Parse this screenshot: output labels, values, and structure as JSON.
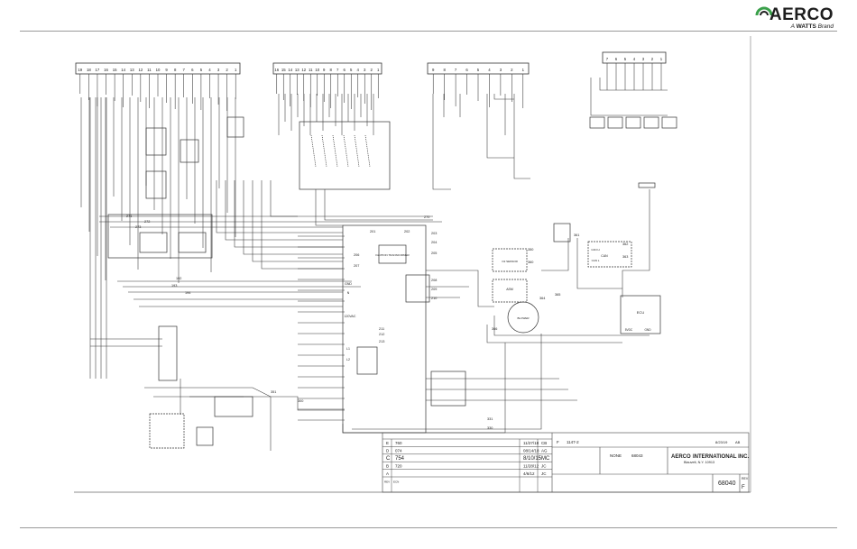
{
  "header": {
    "brand": "AERCO",
    "tagline_prefix": "A",
    "tagline_brand": "WATTS",
    "tagline_suffix": "Brand",
    "mark_color": "#3aa04a"
  },
  "diagram": {
    "terminal_strips": [
      {
        "labels": [
          "19",
          "18",
          "17",
          "16",
          "15",
          "14",
          "13",
          "12",
          "11",
          "10",
          "9",
          "8",
          "7",
          "6",
          "5",
          "4",
          "3",
          "2",
          "1"
        ]
      },
      {
        "labels": [
          "16",
          "15",
          "14",
          "13",
          "12",
          "11",
          "10",
          "9",
          "8",
          "7",
          "6",
          "5",
          "4",
          "3",
          "2",
          "1"
        ]
      },
      {
        "labels": [
          "9",
          "8",
          "7",
          "6",
          "5",
          "4",
          "3",
          "2",
          "1"
        ]
      },
      {
        "labels": [
          "7",
          "6",
          "5",
          "4",
          "3",
          "2",
          "1"
        ]
      }
    ],
    "wire_numbers": [
      "271",
      "272",
      "273",
      "270",
      "201",
      "202",
      "203",
      "204",
      "205",
      "206",
      "207",
      "208",
      "209",
      "210",
      "211",
      "212",
      "213",
      "192",
      "193",
      "194",
      "351",
      "300",
      "330",
      "331",
      "350",
      "360",
      "361",
      "362",
      "363",
      "364",
      "365",
      "366"
    ],
    "components": [
      {
        "label": "IGNITION TRANSFORMER"
      },
      {
        "label": "BLOWER"
      },
      {
        "label": "O2 SENSOR"
      },
      {
        "label": "ECU"
      },
      {
        "label": "CAN"
      },
      {
        "label": "120VAC"
      }
    ],
    "components_extra": [
      "GND",
      "N",
      "L1",
      "L2",
      "ASM",
      "CAN H",
      "CAN L",
      "5VDC",
      "GND"
    ]
  },
  "title_block": {
    "revisions": [
      {
        "rev": "E",
        "ecn": "760",
        "date": "11/27/18",
        "by": "CB"
      },
      {
        "rev": "D",
        "ecn": "074",
        "date": "08/14/18",
        "by": "AG"
      },
      {
        "rev": "C",
        "ecn": "754",
        "date": "8/10/15",
        "by": "MC"
      },
      {
        "rev": "B",
        "ecn": "720",
        "date": "11/28/12",
        "by": "JC"
      },
      {
        "rev": "A",
        "ecn": "",
        "date": "4/6/12",
        "by": "JC"
      }
    ],
    "rev_header": {
      "rev": "REV",
      "ecn": "ECN"
    },
    "company": "INTERNATIONAL INC.",
    "company_short": "AERCO",
    "address": "Blauvelt, N.Y. 10913",
    "drawing_number": "68040",
    "sheet_rev": "F",
    "sheet_rev_label": "REV",
    "scale": "NONE",
    "part": "68043",
    "rev_f_line": {
      "rev": "F",
      "ecn": "1147-2",
      "date": "8/23/19",
      "by": "AB"
    }
  }
}
